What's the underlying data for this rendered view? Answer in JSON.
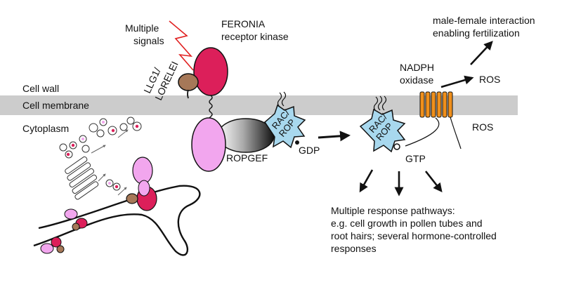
{
  "labels": {
    "multiple_signals_1": "Multiple",
    "multiple_signals_2": "signals",
    "feronia_1": "FERONIA",
    "feronia_2": "receptor kinase",
    "llg1_1": "LLG1/",
    "llg1_2": "LORELEI",
    "cell_wall": "Cell wall",
    "cell_membrane": "Cell membrane",
    "cytoplasm": "Cytoplasm",
    "ropgef": "ROPGEF",
    "rac_rop_left_1": "RAC/",
    "rac_rop_left_2": "ROP",
    "gdp": "GDP",
    "rac_rop_right_1": "RAC/",
    "rac_rop_right_2": "ROP",
    "gtp": "GTP",
    "nadph_1": "NADPH",
    "nadph_2": "oxidase",
    "ros_top": "ROS",
    "ros_right": "ROS",
    "fertilization_1": "male-female interaction",
    "fertilization_2": "enabling fertilization",
    "response_1": "Multiple response pathways:",
    "response_2": "e.g. cell growth in pollen tubes and",
    "response_3": "root hairs; several hormone-controlled",
    "response_4": "responses"
  },
  "colors": {
    "membrane": "#cccccc",
    "feronia": "#dc1f5a",
    "llg1": "#a67858",
    "kinase_domain": "#f2a6ee",
    "rac_rop": "#a8d8ee",
    "nadph_oxidase": "#f0901c",
    "signal_bolt": "#e02020"
  }
}
